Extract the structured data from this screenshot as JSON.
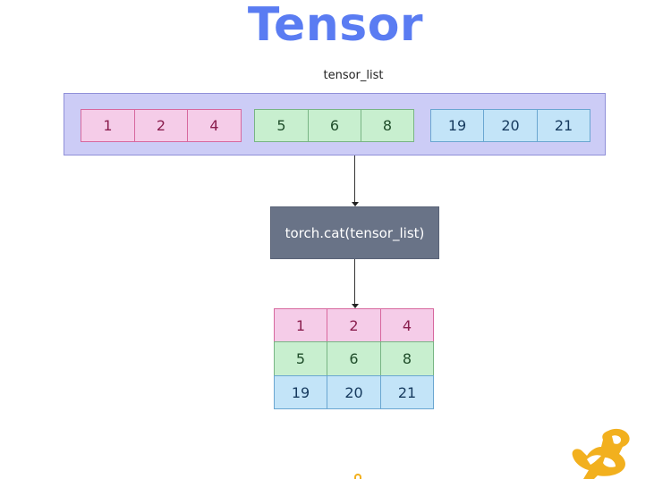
{
  "title": "Tensor",
  "tensor_list_label": "tensor_list",
  "operation": "torch.cat(tensor_list)",
  "input_tensors": [
    {
      "values": [
        "1",
        "2",
        "4"
      ],
      "color": "#f5cce8"
    },
    {
      "values": [
        "5",
        "6",
        "8"
      ],
      "color": "#c8efcf"
    },
    {
      "values": [
        "19",
        "20",
        "21"
      ],
      "color": "#c3e4f8"
    }
  ],
  "output_rows": [
    [
      "1",
      "2",
      "4"
    ],
    [
      "5",
      "6",
      "8"
    ],
    [
      "19",
      "20",
      "21"
    ]
  ],
  "colors": {
    "title": "#5a7cf2",
    "container": "#ccccf6",
    "operation_box": "#697387",
    "logo": "#f2b01e"
  },
  "icons": {
    "logo": "yellow-figure-logo-icon"
  }
}
